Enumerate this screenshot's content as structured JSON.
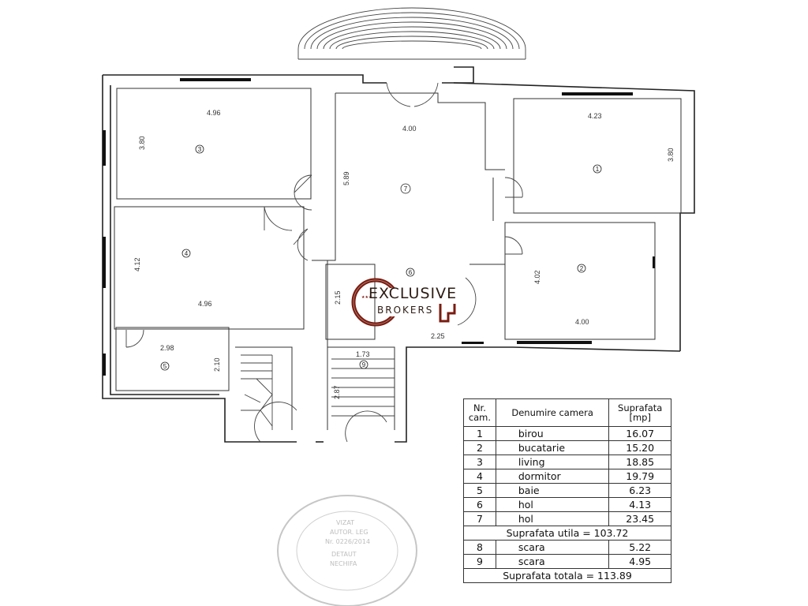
{
  "plan": {
    "dimensions": [
      {
        "id": "d-room3-width",
        "text": "4.96"
      },
      {
        "id": "d-room3-height",
        "text": "3.80"
      },
      {
        "id": "d-room7-width",
        "text": "4.00"
      },
      {
        "id": "d-room7-height",
        "text": "5.89"
      },
      {
        "id": "d-room1-width",
        "text": "4.23"
      },
      {
        "id": "d-room1-height",
        "text": "3.80"
      },
      {
        "id": "d-room4-height",
        "text": "4.12"
      },
      {
        "id": "d-room4-width",
        "text": "4.96"
      },
      {
        "id": "d-room2-height",
        "text": "4.02"
      },
      {
        "id": "d-room2-width",
        "text": "4.00"
      },
      {
        "id": "d-room6-height",
        "text": "2.15"
      },
      {
        "id": "d-room6-width",
        "text": "2.25"
      },
      {
        "id": "d-room5-width",
        "text": "2.98"
      },
      {
        "id": "d-room5-height",
        "text": "2.10"
      },
      {
        "id": "d-room9-width",
        "text": "1.73"
      },
      {
        "id": "d-room9-height",
        "text": "2.87"
      }
    ],
    "room_markers": [
      "1",
      "2",
      "3",
      "4",
      "5",
      "6",
      "7",
      "9"
    ]
  },
  "logo": {
    "name": "EXCLUSIVE",
    "sub": "BROKERS",
    "color": "#7a1c10"
  },
  "table": {
    "headers": {
      "nr": "Nr. cam.",
      "name": "Denumire camera",
      "area": "Suprafata [mp]"
    },
    "rows": [
      {
        "nr": "1",
        "name": "birou",
        "area": "16.07"
      },
      {
        "nr": "2",
        "name": "bucatarie",
        "area": "15.20"
      },
      {
        "nr": "3",
        "name": "living",
        "area": "18.85"
      },
      {
        "nr": "4",
        "name": "dormitor",
        "area": "19.79"
      },
      {
        "nr": "5",
        "name": "baie",
        "area": "6.23"
      },
      {
        "nr": "6",
        "name": "hol",
        "area": "4.13"
      },
      {
        "nr": "7",
        "name": "hol",
        "area": "23.45"
      }
    ],
    "useful_total": "Suprafata utila = 103.72",
    "extra_rows": [
      {
        "nr": "8",
        "name": "scara",
        "area": "5.22"
      },
      {
        "nr": "9",
        "name": "scara",
        "area": "4.95"
      }
    ],
    "grand_total": "Suprafata totala = 113.89"
  },
  "stamp": {
    "lines": [
      "VIZAT",
      "AUTOR. LEG",
      "Nr. 0226/2014",
      "DETAUT",
      "NECHIFA"
    ]
  }
}
